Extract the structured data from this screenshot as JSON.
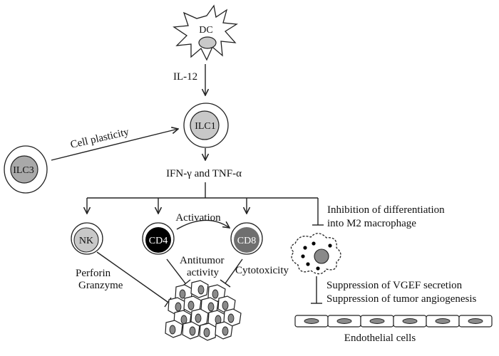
{
  "diagram": {
    "cells": {
      "dc": "DC",
      "ilc1": "ILC1",
      "ilc3": "ILC3",
      "nk": "NK",
      "cd4": "CD4",
      "cd8": "CD8"
    },
    "labels": {
      "il12": "IL-12",
      "cell_plasticity": "Cell plasticity",
      "ifn_tnf": "IFN-γ and TNF-α",
      "activation": "Activation",
      "antitumor_1": "Antitumor",
      "antitumor_2": "activity",
      "cytotoxicity": "Cytotoxicity",
      "perforin": "Perforin",
      "granzyme": "Granzyme",
      "inhibition_1": "Inhibition of differentiation",
      "inhibition_2": "into M2 macrophage",
      "suppression_vegf": "Suppression of VGEF secretion",
      "suppression_angio": "Suppression of tumor angiogenesis",
      "endothelial": "Endothelial cells"
    },
    "colors": {
      "cell_nucleus_gray": "#c8c8c8",
      "ilc3_nucleus": "#a9a9a9",
      "cd4_fill": "#000000",
      "cd8_fill": "#6f6f6f",
      "tumor_nucleus": "#8a8a8a"
    }
  }
}
